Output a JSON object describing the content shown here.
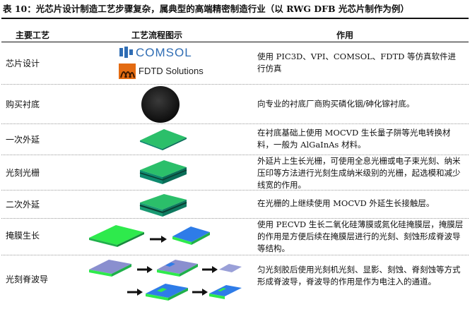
{
  "caption": "表 10：光芯片设计制造工艺步骤复杂，属典型的高端精密制造行业（以 RWG DFB 光芯片制作为例）",
  "headers": {
    "process": "主要工艺",
    "flow": "工艺流程图示",
    "use": "作用"
  },
  "logos": {
    "comsol": "COMSOL",
    "fdtd": "FDTD Solutions"
  },
  "rows": [
    {
      "process": "芯片设计",
      "use": "使用 PIC3D、VPI、COMSOL、FDTD 等仿真软件进行仿真"
    },
    {
      "process": "购买衬底",
      "use": "向专业的衬底厂商购买磷化铟/砷化镓衬底。"
    },
    {
      "process": "一次外延",
      "use": "在衬底基础上使用 MOCVD 生长量子阱等光电转换材料，一般为 AlGaInAs 材料。"
    },
    {
      "process": "光刻光栅",
      "use": "外延片上生长光栅，可使用全息光栅或电子束光刻、纳米压印等方法进行光刻生成纳米级别的光栅，起选模和减少线宽的作用。"
    },
    {
      "process": "二次外延",
      "use": "在光栅的上继续使用 MOCVD 外延生长接触层。"
    },
    {
      "process": "掩膜生长",
      "use": "使用 PECVD 生长二氧化硅薄膜或氮化硅掩膜层，掩膜层的作用是方便后续在掩膜层进行的光刻、刻蚀形成脊波导等结构。"
    },
    {
      "process": "光刻脊波导",
      "use": "匀光刻胶后使用光刻机光刻、显影、刻蚀、脊刻蚀等方式形成脊波导，脊波导的作用是作为电注入的通道。"
    }
  ],
  "watermark": " "
}
